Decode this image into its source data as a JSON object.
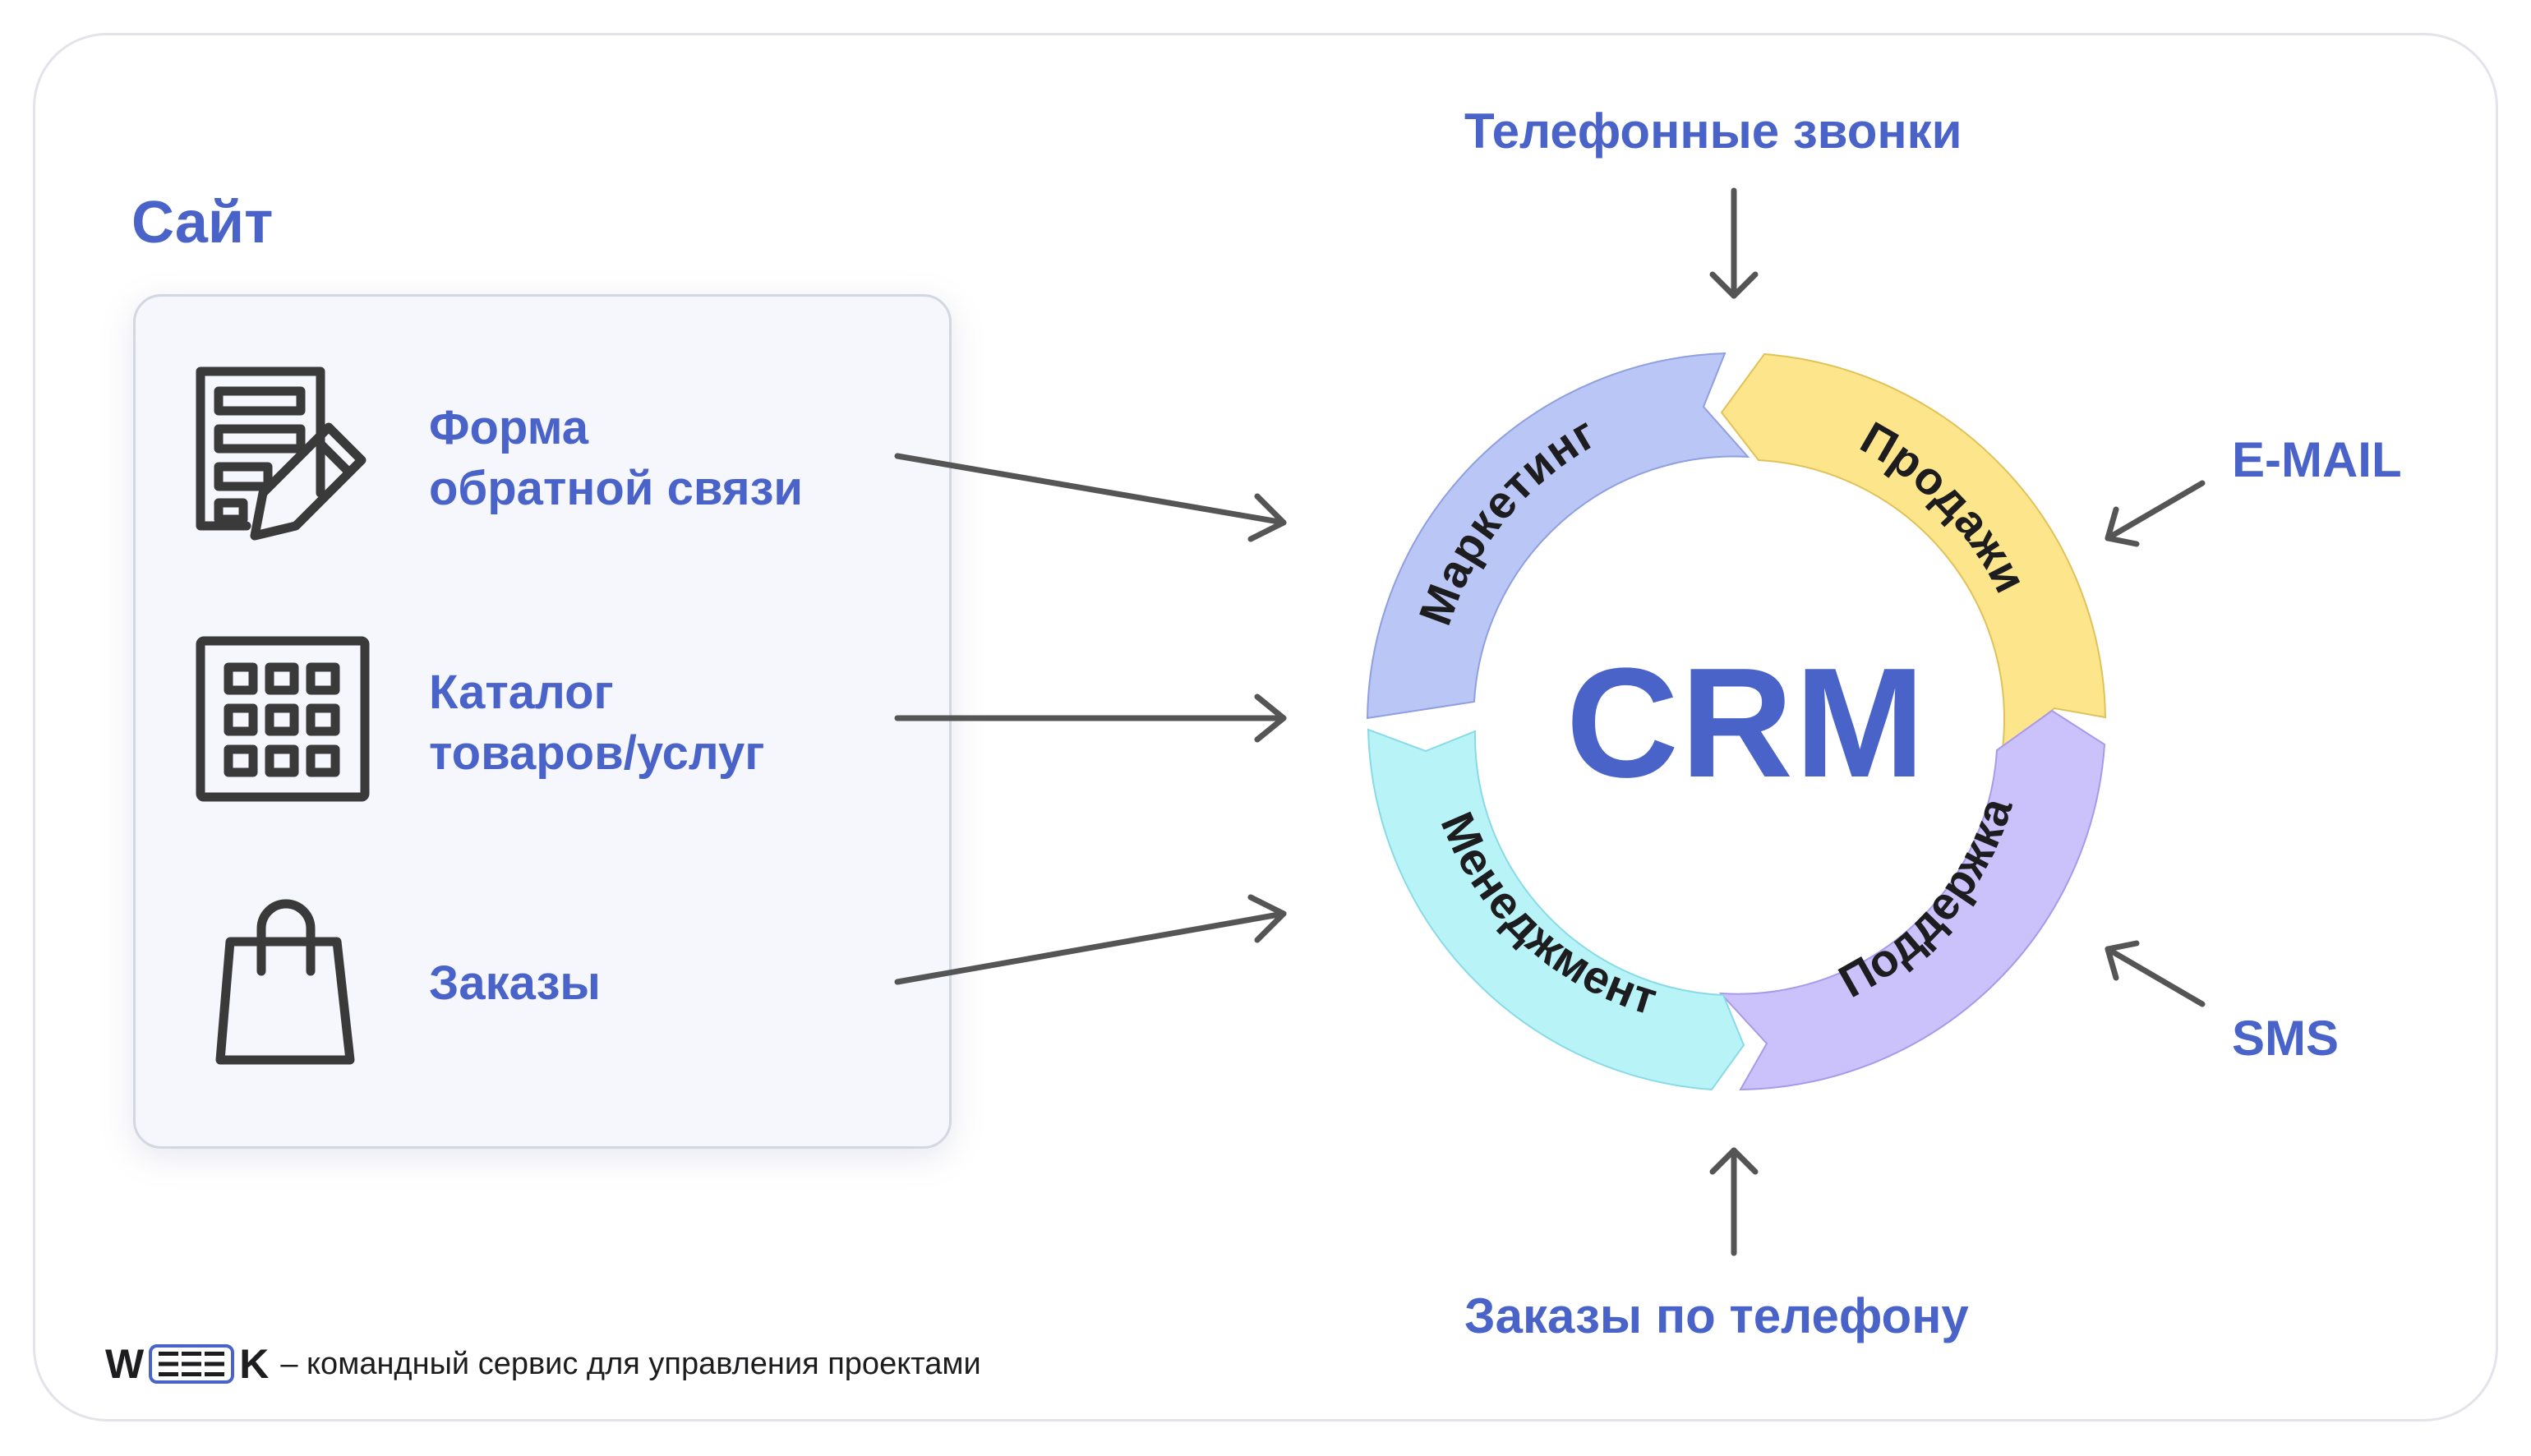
{
  "site": {
    "title": "Сайт",
    "items": [
      {
        "label_line1": "Форма",
        "label_line2": "обратной связи",
        "icon": "form-edit-icon"
      },
      {
        "label_line1": "Каталог",
        "label_line2": "товаров/услуг",
        "icon": "catalog-grid-icon"
      },
      {
        "label": "Заказы",
        "icon": "shopping-bag-icon"
      }
    ]
  },
  "crm": {
    "center_label": "CRM",
    "segments": [
      {
        "label": "Маркетинг",
        "color": "#b9c6f6"
      },
      {
        "label": "Продажи",
        "color": "#fde58b"
      },
      {
        "label": "Поддержка",
        "color": "#ccc2fb"
      },
      {
        "label": "Менеджмент",
        "color": "#b8f3f8"
      }
    ]
  },
  "sources": {
    "phone_calls": "Телефонные звонки",
    "email": "E-MAIL",
    "sms": "SMS",
    "phone_orders": "Заказы по телефону"
  },
  "footer": {
    "logo_left": "W",
    "logo_right": "K",
    "tagline": "– командный сервис для управления проектами"
  },
  "colors": {
    "accent": "#4a63c8",
    "arrow": "#555555",
    "icon": "#3a3a3a"
  }
}
